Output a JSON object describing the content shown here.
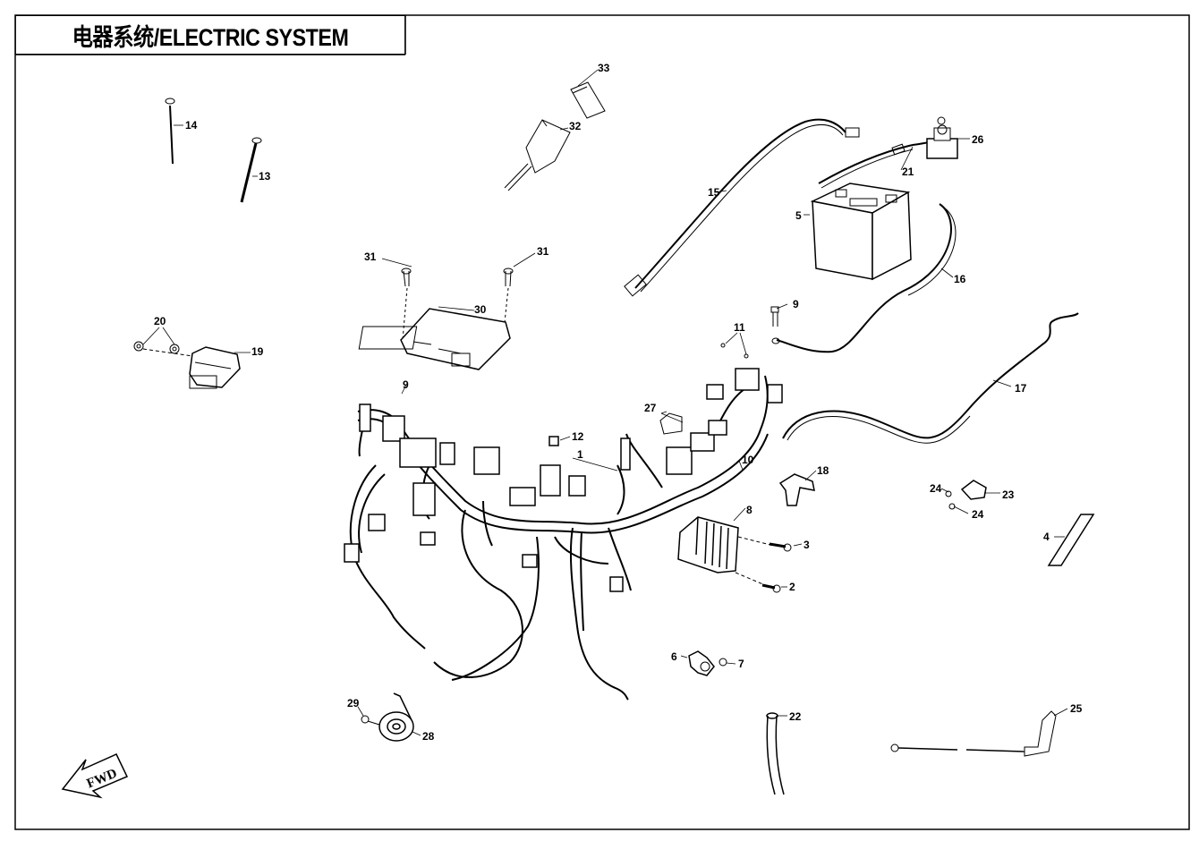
{
  "title": "电器系统/ELECTRIC SYSTEM",
  "direction_label": "FWD",
  "callouts": [
    "1",
    "2",
    "3",
    "4",
    "5",
    "6",
    "7",
    "8",
    "9",
    "10",
    "11",
    "12",
    "13",
    "14",
    "15",
    "16",
    "17",
    "18",
    "19",
    "20",
    "21",
    "22",
    "23",
    "24",
    "25",
    "26",
    "27",
    "28",
    "29",
    "30",
    "31",
    "32",
    "33"
  ],
  "colors": {
    "line": "#000000",
    "background": "#ffffff"
  }
}
